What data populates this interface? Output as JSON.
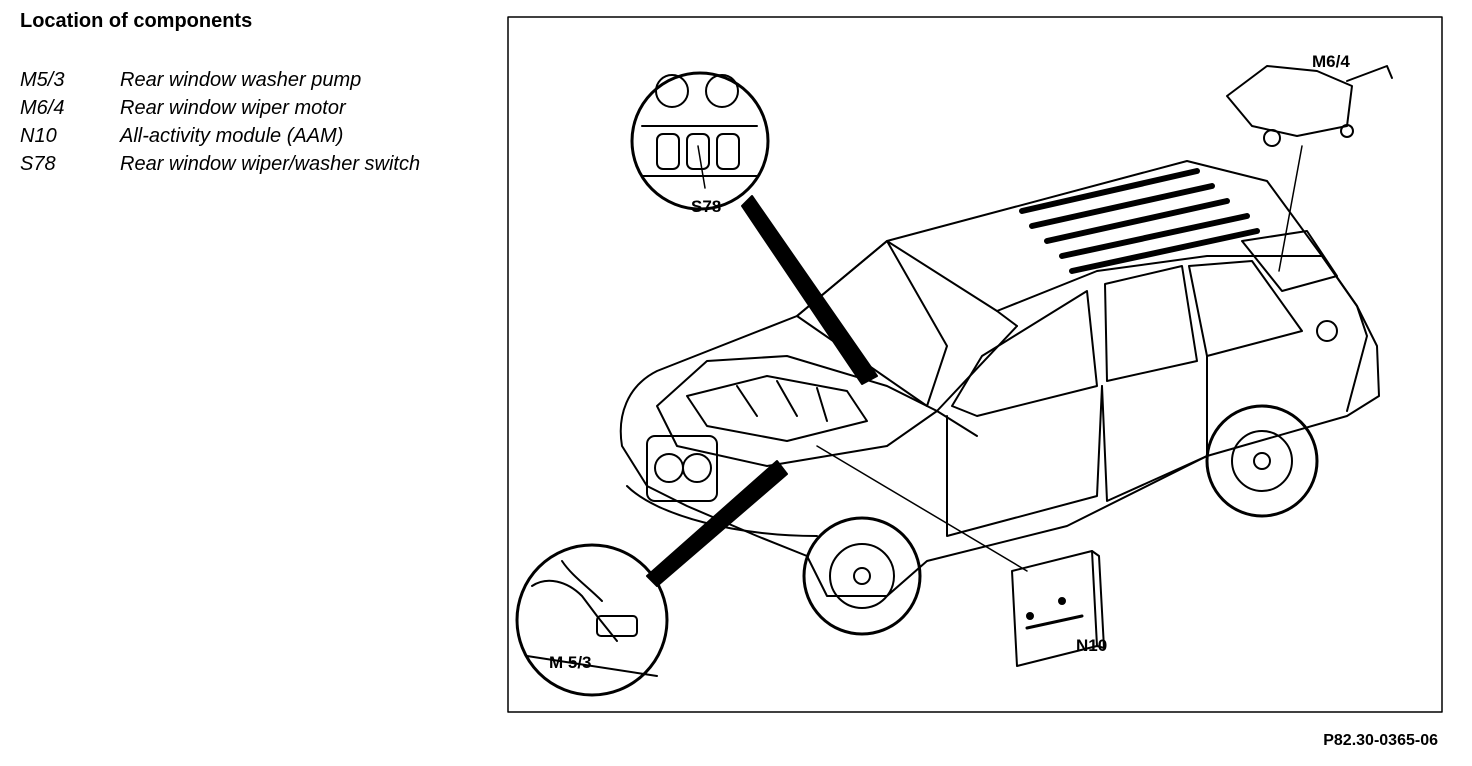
{
  "title": "Location of components",
  "components": [
    {
      "code": "M5/3",
      "description": "Rear window washer pump"
    },
    {
      "code": "M6/4",
      "description": "Rear window wiper motor"
    },
    {
      "code": "N10",
      "description": "All-activity module (AAM)"
    },
    {
      "code": "S78",
      "description": "Rear window wiper/washer switch"
    }
  ],
  "callouts": {
    "s78": "S78",
    "m64": "M6/4",
    "n10": "N10",
    "m53": "M 5/3"
  },
  "figure_id": "P82.30-0365-06"
}
